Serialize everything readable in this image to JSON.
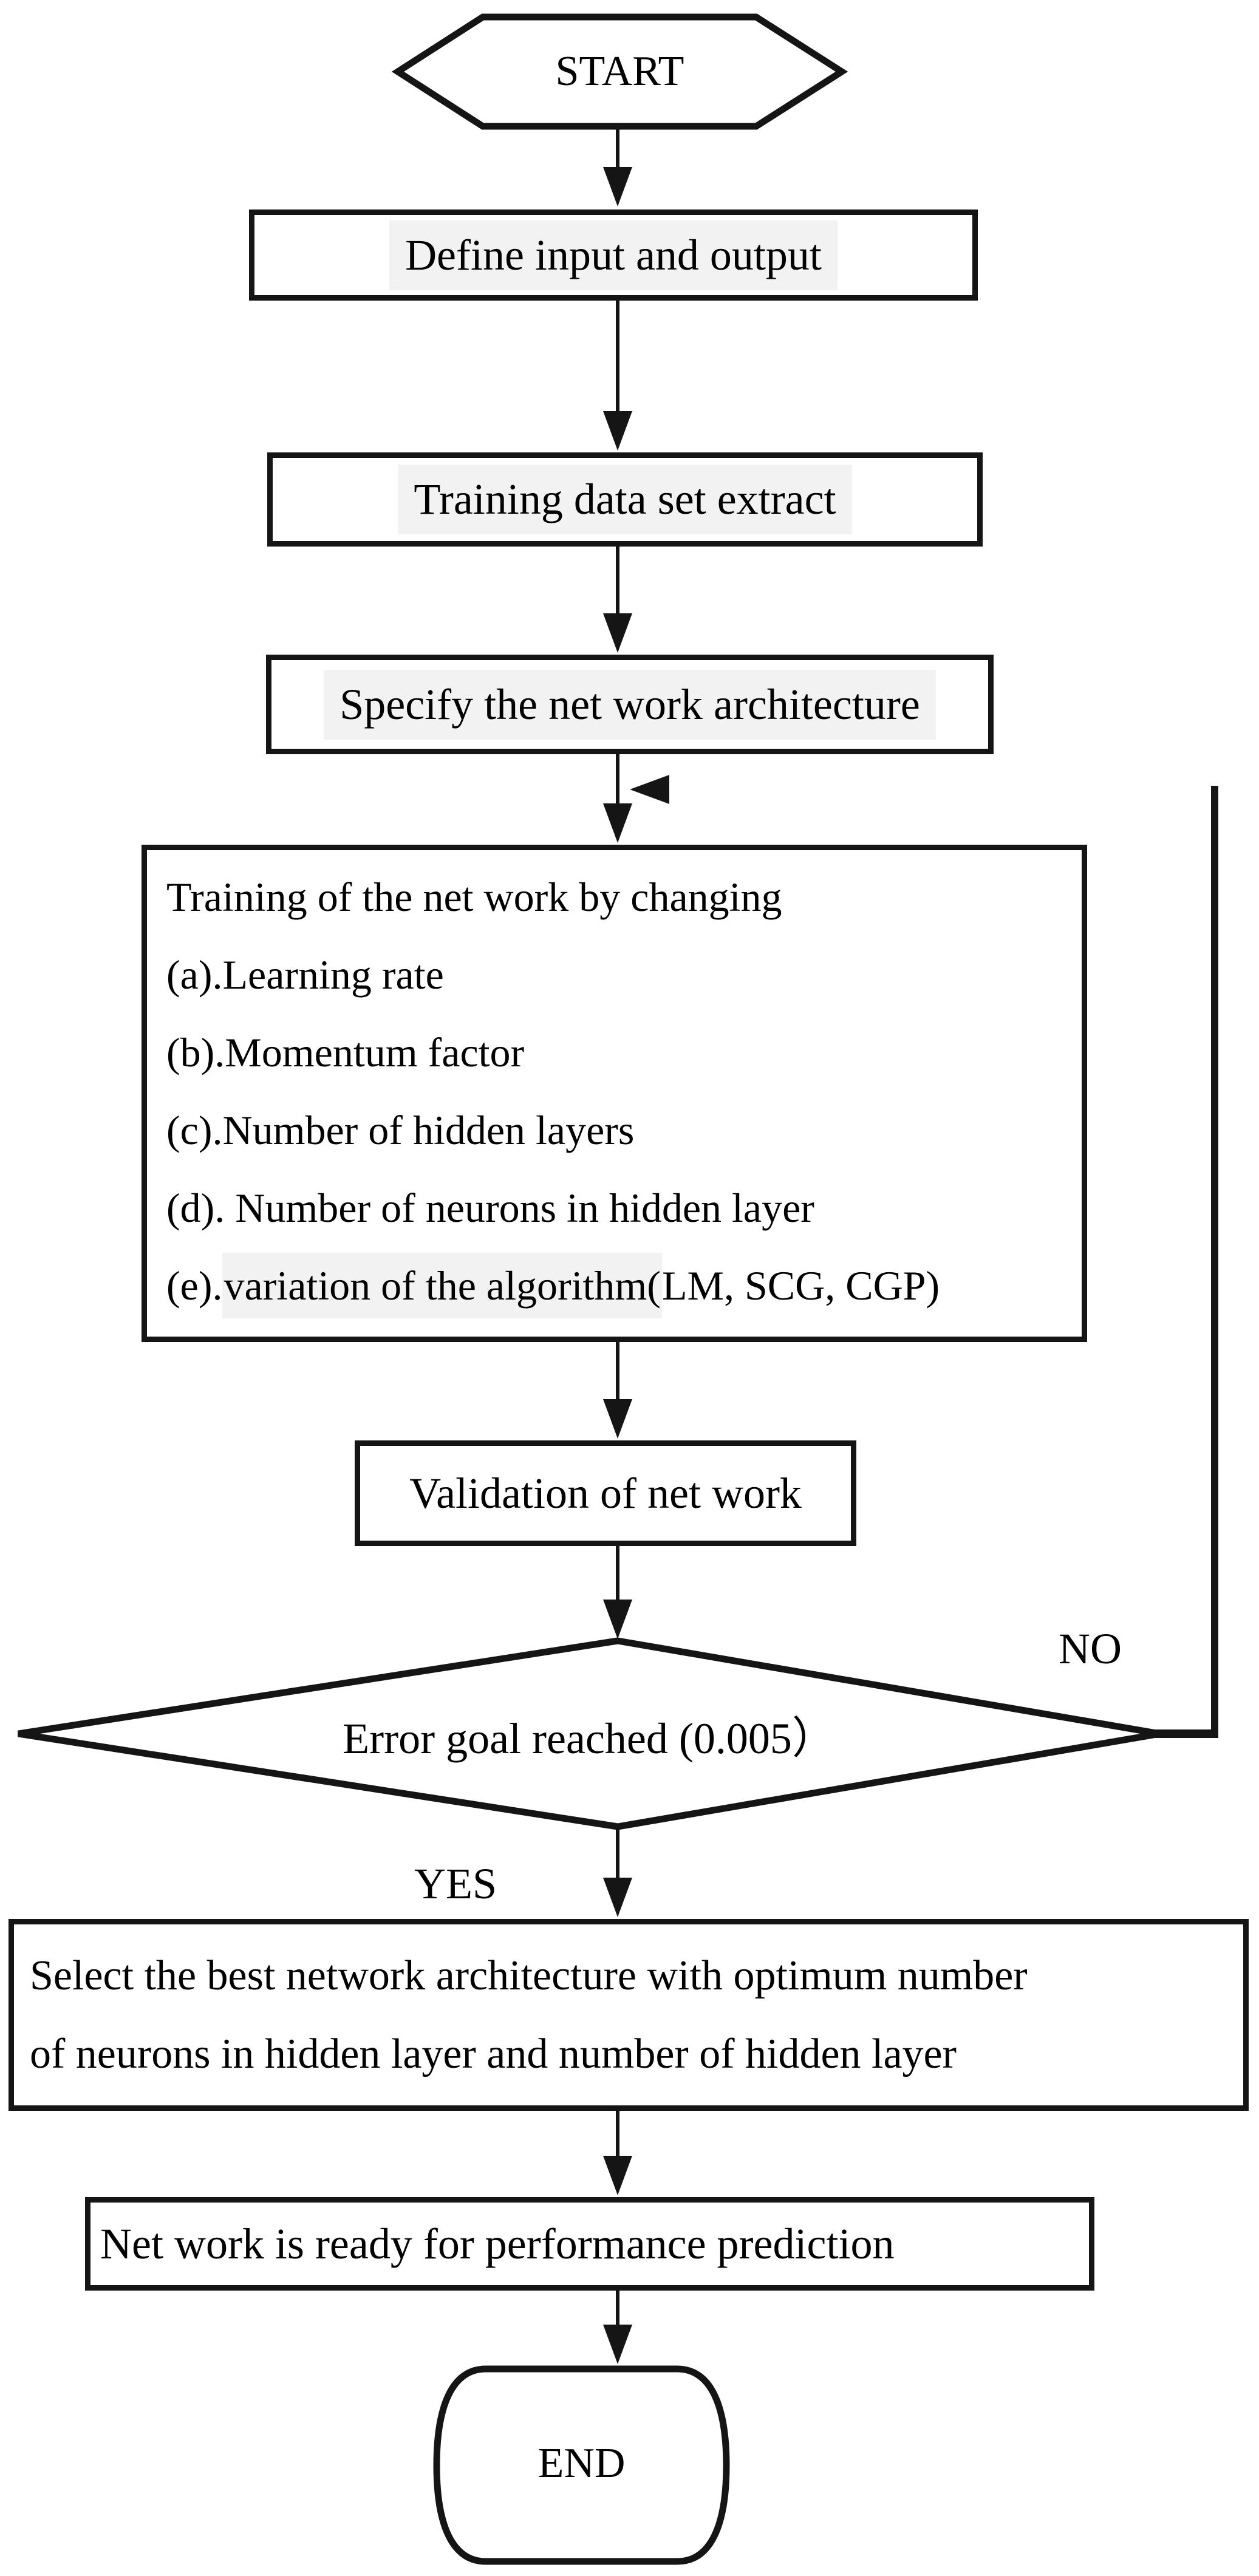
{
  "nodes": {
    "start": {
      "label": "START"
    },
    "define_io": {
      "label": "Define input and output"
    },
    "training_extract": {
      "label": "Training data set extract"
    },
    "specify_architecture": {
      "label": "Specify the net work architecture"
    },
    "training_loop": {
      "title": "Training of the net work by changing",
      "item_a": "(a).Learning rate",
      "item_b": "(b).Momentum factor",
      "item_c": "(c).Number of hidden layers",
      "item_d": "(d). Number of neurons in hidden layer",
      "item_e_prefix": "(e).",
      "item_e_highlighted": "variation of the algorithm(",
      "item_e_suffix": "LM, SCG, CGP)"
    },
    "validation": {
      "label": "Validation of net work"
    },
    "decision": {
      "label": "Error goal reached (0.005）"
    },
    "select_best": {
      "line1": "Select the best network architecture with optimum number",
      "line2": "of neurons in hidden layer and number of hidden layer"
    },
    "network_ready": {
      "label": "Net work is ready for performance prediction"
    },
    "end": {
      "label": "END"
    }
  },
  "edges": {
    "no_label": "NO",
    "yes_label": "YES"
  },
  "colors": {
    "line": "#151515",
    "text": "#000000",
    "highlight": "#f2f2f2",
    "background": "#ffffff"
  }
}
